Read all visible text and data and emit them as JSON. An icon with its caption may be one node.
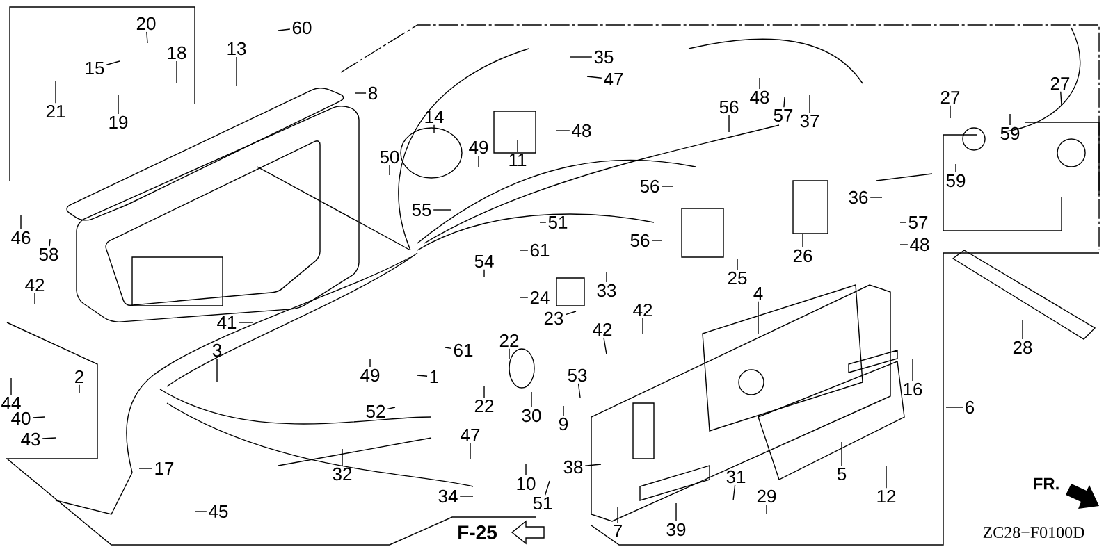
{
  "diagram": {
    "nodes": [
      {
        "text": [
          "20"
        ]
      },
      {
        "text": [
          "60"
        ]
      },
      {
        "text": [
          "18"
        ]
      },
      {
        "text": [
          "13"
        ]
      },
      {
        "text": [
          "15"
        ]
      },
      {
        "text": [
          "35"
        ]
      },
      {
        "text": [
          "47"
        ]
      },
      {
        "text": [
          "48"
        ]
      },
      {
        "text": [
          "57"
        ]
      },
      {
        "text": [
          "37"
        ]
      },
      {
        "text": [
          "27"
        ]
      },
      {
        "text": [
          "8"
        ]
      },
      {
        "text": [
          "27"
        ]
      },
      {
        "text": [
          "56"
        ]
      },
      {
        "text": [
          "21"
        ]
      },
      {
        "text": [
          "19"
        ]
      },
      {
        "text": [
          "14"
        ]
      },
      {
        "text": [
          "48"
        ]
      },
      {
        "text": [
          "59"
        ]
      },
      {
        "text": [
          "50"
        ]
      },
      {
        "text": [
          "49"
        ]
      },
      {
        "text": [
          "11"
        ]
      },
      {
        "text": [
          "59"
        ]
      },
      {
        "text": [
          "56"
        ]
      },
      {
        "text": [
          "36"
        ]
      },
      {
        "text": [
          "55"
        ]
      },
      {
        "text": [
          "51"
        ]
      },
      {
        "text": [
          "57"
        ]
      },
      {
        "text": [
          "46"
        ]
      },
      {
        "text": [
          "56"
        ]
      },
      {
        "text": [
          "48"
        ]
      },
      {
        "text": [
          "61"
        ]
      },
      {
        "text": [
          "58"
        ]
      },
      {
        "text": [
          "26"
        ]
      },
      {
        "text": [
          "54"
        ]
      },
      {
        "text": [
          "25"
        ]
      },
      {
        "text": [
          "42"
        ]
      },
      {
        "text": [
          "4"
        ]
      },
      {
        "text": [
          "24"
        ]
      },
      {
        "text": [
          "42"
        ]
      },
      {
        "text": [
          "23"
        ]
      },
      {
        "text": [
          "41"
        ]
      },
      {
        "text": [
          "33"
        ]
      },
      {
        "text": [
          "42"
        ]
      },
      {
        "text": [
          "22"
        ]
      },
      {
        "text": [
          "28"
        ]
      },
      {
        "text": [
          "3"
        ]
      },
      {
        "text": [
          "61"
        ]
      },
      {
        "text": [
          "49"
        ]
      },
      {
        "text": [
          "2"
        ]
      },
      {
        "text": [
          "1"
        ]
      },
      {
        "text": [
          "53"
        ]
      },
      {
        "text": [
          "16"
        ]
      },
      {
        "text": [
          "44"
        ]
      },
      {
        "text": [
          "22"
        ]
      },
      {
        "text": [
          "6"
        ]
      },
      {
        "text": [
          "52"
        ]
      },
      {
        "text": [
          "30"
        ]
      },
      {
        "text": [
          "40"
        ]
      },
      {
        "text": [
          "9"
        ]
      },
      {
        "text": [
          "47"
        ]
      },
      {
        "text": [
          "43"
        ]
      },
      {
        "text": [
          "38"
        ]
      },
      {
        "text": [
          "17"
        ]
      },
      {
        "text": [
          "32"
        ]
      },
      {
        "text": [
          "31"
        ]
      },
      {
        "text": [
          "5"
        ]
      },
      {
        "text": [
          "10"
        ]
      },
      {
        "text": [
          "29"
        ]
      },
      {
        "text": [
          "34"
        ]
      },
      {
        "text": [
          "12"
        ]
      },
      {
        "text": [
          "51"
        ]
      },
      {
        "text": [
          "45"
        ]
      },
      {
        "text": [
          "39"
        ]
      },
      {
        "text": [
          "7"
        ]
      }
    ],
    "edges": [
      {
        "from": 0,
        "to": null,
        "arrow": "none"
      },
      {
        "from": 1,
        "to": null,
        "arrow": "none"
      },
      {
        "from": 2,
        "to": null,
        "arrow": "none"
      },
      {
        "from": 3,
        "to": null,
        "arrow": "none"
      },
      {
        "from": 4,
        "to": null,
        "arrow": "none"
      },
      {
        "from": 5,
        "to": null,
        "arrow": "none"
      },
      {
        "from": 6,
        "to": null,
        "arrow": "none"
      },
      {
        "from": 7,
        "to": null,
        "arrow": "none"
      },
      {
        "from": 8,
        "to": null,
        "arrow": "none"
      },
      {
        "from": 9,
        "to": null,
        "arrow": "none"
      },
      {
        "from": 10,
        "to": null,
        "arrow": "none"
      },
      {
        "from": 11,
        "to": null,
        "arrow": "none"
      },
      {
        "from": 12,
        "to": null,
        "arrow": "none"
      },
      {
        "from": 13,
        "to": null,
        "arrow": "none"
      },
      {
        "from": 14,
        "to": null,
        "arrow": "none"
      },
      {
        "from": 15,
        "to": null,
        "arrow": "none"
      },
      {
        "from": 16,
        "to": null,
        "arrow": "none"
      },
      {
        "from": 17,
        "to": null,
        "arrow": "none"
      },
      {
        "from": 18,
        "to": null,
        "arrow": "none"
      },
      {
        "from": 19,
        "to": null,
        "arrow": "none"
      },
      {
        "from": 20,
        "to": null,
        "arrow": "none"
      },
      {
        "from": 21,
        "to": null,
        "arrow": "none"
      },
      {
        "from": 22,
        "to": null,
        "arrow": "none"
      },
      {
        "from": 23,
        "to": null,
        "arrow": "none"
      },
      {
        "from": 24,
        "to": null,
        "arrow": "none"
      },
      {
        "from": 25,
        "to": null,
        "arrow": "none"
      },
      {
        "from": 26,
        "to": null,
        "arrow": "none"
      },
      {
        "from": 27,
        "to": null,
        "arrow": "none"
      },
      {
        "from": 28,
        "to": null,
        "arrow": "none"
      },
      {
        "from": 29,
        "to": null,
        "arrow": "none"
      },
      {
        "from": 30,
        "to": null,
        "arrow": "none"
      },
      {
        "from": 31,
        "to": null,
        "arrow": "none"
      },
      {
        "from": 32,
        "to": null,
        "arrow": "none"
      },
      {
        "from": 33,
        "to": null,
        "arrow": "none"
      },
      {
        "from": 34,
        "to": null,
        "arrow": "none"
      },
      {
        "from": 35,
        "to": null,
        "arrow": "none"
      },
      {
        "from": 36,
        "to": null,
        "arrow": "none"
      },
      {
        "from": 37,
        "to": null,
        "arrow": "none"
      },
      {
        "from": 38,
        "to": null,
        "arrow": "none"
      },
      {
        "from": 39,
        "to": null,
        "arrow": "none"
      },
      {
        "from": 40,
        "to": null,
        "arrow": "none"
      },
      {
        "from": 41,
        "to": null,
        "arrow": "none"
      },
      {
        "from": 42,
        "to": null,
        "arrow": "none"
      },
      {
        "from": 43,
        "to": null,
        "arrow": "none"
      },
      {
        "from": 44,
        "to": null,
        "arrow": "none"
      },
      {
        "from": 45,
        "to": null,
        "arrow": "none"
      },
      {
        "from": 46,
        "to": null,
        "arrow": "none"
      },
      {
        "from": 47,
        "to": null,
        "arrow": "none"
      },
      {
        "from": 48,
        "to": null,
        "arrow": "none"
      },
      {
        "from": 49,
        "to": null,
        "arrow": "none"
      },
      {
        "from": 50,
        "to": null,
        "arrow": "none"
      },
      {
        "from": 51,
        "to": null,
        "arrow": "none"
      },
      {
        "from": 52,
        "to": null,
        "arrow": "none"
      },
      {
        "from": 53,
        "to": null,
        "arrow": "none"
      },
      {
        "from": 54,
        "to": null,
        "arrow": "none"
      },
      {
        "from": 55,
        "to": null,
        "arrow": "none"
      },
      {
        "from": 56,
        "to": null,
        "arrow": "none"
      },
      {
        "from": 57,
        "to": null,
        "arrow": "none"
      },
      {
        "from": 58,
        "to": null,
        "arrow": "none"
      },
      {
        "from": 59,
        "to": null,
        "arrow": "none"
      },
      {
        "from": 60,
        "to": null,
        "arrow": "none"
      },
      {
        "from": 61,
        "to": null,
        "arrow": "none"
      },
      {
        "from": 62,
        "to": null,
        "arrow": "none"
      },
      {
        "from": 63,
        "to": null,
        "arrow": "none"
      },
      {
        "from": 64,
        "to": null,
        "arrow": "none"
      },
      {
        "from": 65,
        "to": null,
        "arrow": "none"
      },
      {
        "from": 66,
        "to": null,
        "arrow": "none"
      },
      {
        "from": 67,
        "to": null,
        "arrow": "none"
      },
      {
        "from": 68,
        "to": null,
        "arrow": "none"
      },
      {
        "from": 69,
        "to": null,
        "arrow": "none"
      },
      {
        "from": 70,
        "to": null,
        "arrow": "none"
      },
      {
        "from": 71,
        "to": null,
        "arrow": "none"
      },
      {
        "from": 72,
        "to": null,
        "arrow": "none"
      },
      {
        "from": 73,
        "to": null,
        "arrow": "none"
      },
      {
        "from": 74,
        "to": null,
        "arrow": "none"
      }
    ],
    "labels": [
      "F-25",
      "FR.",
      "ZC28−F0100D"
    ]
  }
}
